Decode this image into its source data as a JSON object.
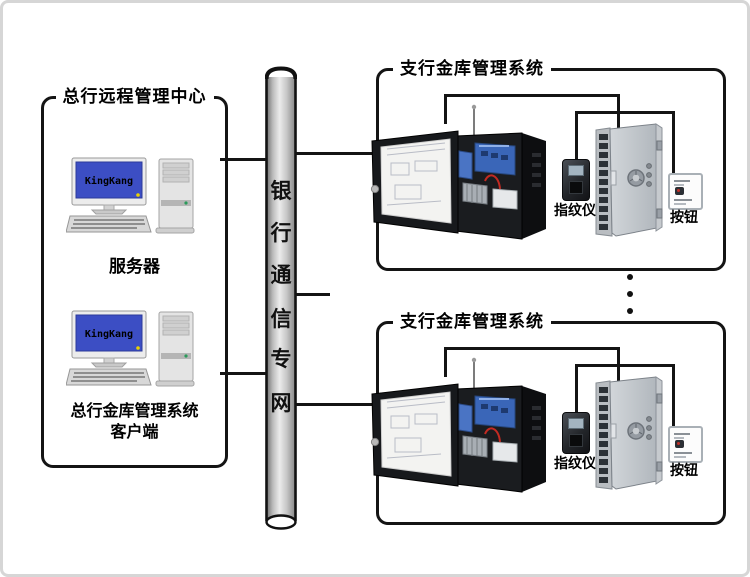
{
  "diagram_title": "bank-vault-management-system-topology",
  "headquarters": {
    "title": "总行远程管理中心",
    "server_label": "服务器",
    "client_label_line1": "总行金库管理系统",
    "client_label_line2": "客户端",
    "monitor_brand": "KingKang"
  },
  "network": {
    "label": "银行通信专网",
    "chars": [
      "银",
      "行",
      "通",
      "信",
      "专",
      "网"
    ]
  },
  "branches": [
    {
      "title": "支行金库管理系统",
      "fingerprint_label": "指纹仪",
      "button_label": "按钮"
    },
    {
      "title": "支行金库管理系统",
      "fingerprint_label": "指纹仪",
      "button_label": "按钮"
    }
  ],
  "colors": {
    "line_black": "#141414",
    "screen_blue": "#3c4ec4",
    "screen_dot_yellow": "#e9d100",
    "cylinder_light": "#ececec",
    "cylinder_dark": "#7a7a7a",
    "vault_gray": "#c3c8cc",
    "panel_black": "#1a1c1f",
    "pcb_blue": "#3a66b8"
  }
}
